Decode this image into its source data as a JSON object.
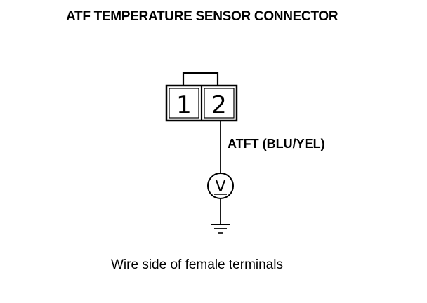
{
  "title": "ATF TEMPERATURE SENSOR CONNECTOR",
  "connector": {
    "terminals": [
      "1",
      "2"
    ]
  },
  "wire": {
    "label": "ATFT (BLU/YEL)"
  },
  "voltmeter": {
    "symbol": "V"
  },
  "caption": "Wire side of female terminals"
}
